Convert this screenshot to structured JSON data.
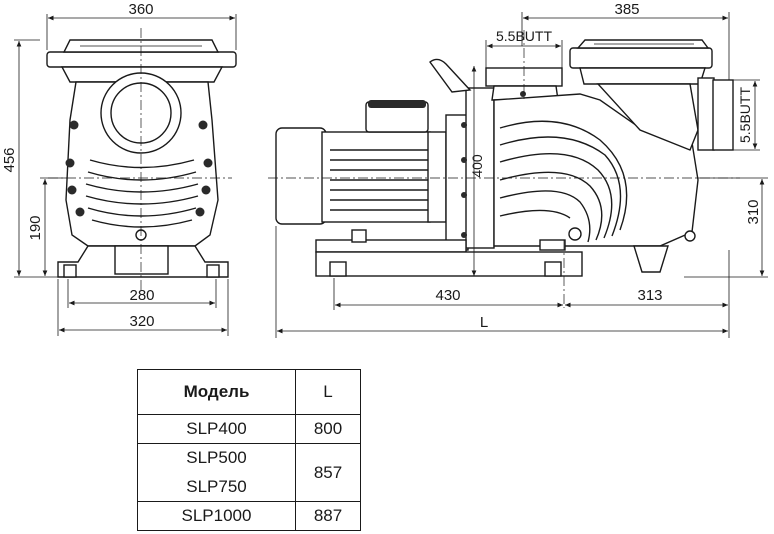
{
  "drawing": {
    "front_view": {
      "width_top": "360",
      "height_total": "456",
      "height_axis": "190",
      "base_inner": "280",
      "base_outer": "320"
    },
    "side_view": {
      "length_right": "385",
      "top_port": "5.5BUTT",
      "side_port": "5.5BUTT",
      "height_mid": "400",
      "height_right": "310",
      "base_left": "430",
      "base_right": "313",
      "length_total": "L"
    }
  },
  "table": {
    "header_model": "Модель",
    "header_l": "L",
    "rows": [
      {
        "model": "SLP400",
        "l": "800"
      },
      {
        "model": "SLP500",
        "l": "857"
      },
      {
        "model": "SLP750",
        "l": ""
      },
      {
        "model": "SLP1000",
        "l": "887"
      }
    ]
  }
}
